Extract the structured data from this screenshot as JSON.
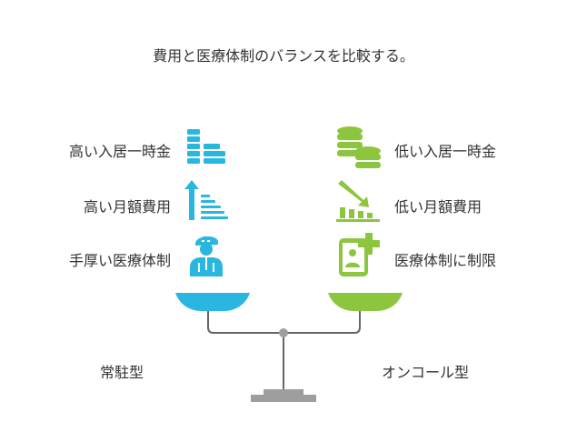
{
  "title": "費用と医療体制のバランスを比較する。",
  "left": {
    "name": "常駐型",
    "items": [
      {
        "label": "高い入居一時金",
        "icon": "coin-stack-bars-icon"
      },
      {
        "label": "高い月額費用",
        "icon": "arrow-up-bars-icon"
      },
      {
        "label": "手厚い医療体制",
        "icon": "doctor-icon"
      }
    ],
    "color": "#29b6e0"
  },
  "right": {
    "name": "オンコール型",
    "items": [
      {
        "label": "低い入居一時金",
        "icon": "coin-stack-icon"
      },
      {
        "label": "低い月額費用",
        "icon": "declining-chart-icon"
      },
      {
        "label": "医療体制に制限",
        "icon": "medical-phone-icon"
      }
    ],
    "color": "#8cc63f"
  },
  "colors": {
    "scale": "#666666",
    "base": "#9e9e9e"
  }
}
